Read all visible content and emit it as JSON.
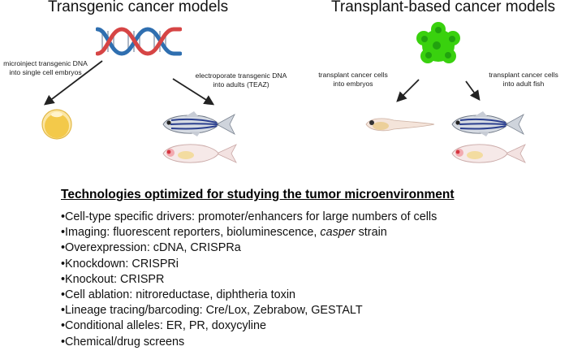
{
  "left_panel": {
    "title": "Transgenic cancer models",
    "note_embryo": "microinject transgenic DNA into single cell embryos",
    "note_adult": "electroporate transgenic DNA into adults (TEAZ)"
  },
  "right_panel": {
    "title": "Transplant-based cancer models",
    "note_embryo": "transplant cancer cells into embryos",
    "note_adult": "transplant cancer cells into adult fish"
  },
  "technologies": {
    "heading": "Technologies optimized for studying the tumor microenvironment",
    "items": [
      {
        "pre": "•Cell-type specific drivers: promoter/enhancers for large numbers of cells",
        "italic": "",
        "post": ""
      },
      {
        "pre": "•Imaging: fluorescent reporters, bioluminescence, ",
        "italic": "casper",
        "post": " strain"
      },
      {
        "pre": "•Overexpression: cDNA, CRISPRa",
        "italic": "",
        "post": ""
      },
      {
        "pre": "•Knockdown: CRISPRi",
        "italic": "",
        "post": ""
      },
      {
        "pre": "•Knockout: CRISPR",
        "italic": "",
        "post": ""
      },
      {
        "pre": "•Cell ablation: nitroreductase, diphtheria toxin",
        "italic": "",
        "post": ""
      },
      {
        "pre": "•Lineage tracing/barcoding: Cre/Lox, Zebrabow, GESTALT",
        "italic": "",
        "post": ""
      },
      {
        "pre": "•Conditional alleles: ER, PR, doxycyline",
        "italic": "",
        "post": ""
      },
      {
        "pre": "•Chemical/drug screens",
        "italic": "",
        "post": ""
      }
    ]
  },
  "colors": {
    "dna_red": "#d64545",
    "dna_blue": "#2f6fb0",
    "tumor_green": "#39d10e",
    "embryo_yolk": "#f3c94a",
    "zebrafish_stripe": "#2b3f8f",
    "casper_body": "#f6e9e8"
  },
  "icons": [
    "dna-double-helix-icon",
    "tumor-cell-cluster-icon",
    "zebrafish-embryo-icon",
    "adult-zebrafish-icon",
    "casper-zebrafish-icon",
    "zebrafish-larva-icon"
  ]
}
